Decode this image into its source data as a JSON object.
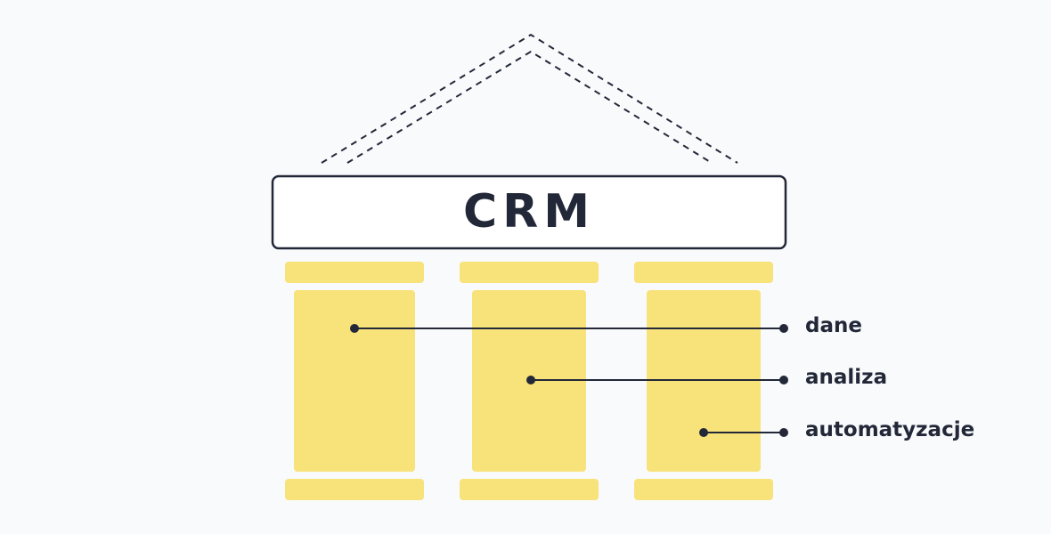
{
  "title": "CRM",
  "labels": [
    "dane",
    "analiza",
    "automatyzacje"
  ],
  "colors": {
    "pillar": "#f8e27a",
    "ink": "#232838",
    "background": "#f9fafc"
  }
}
